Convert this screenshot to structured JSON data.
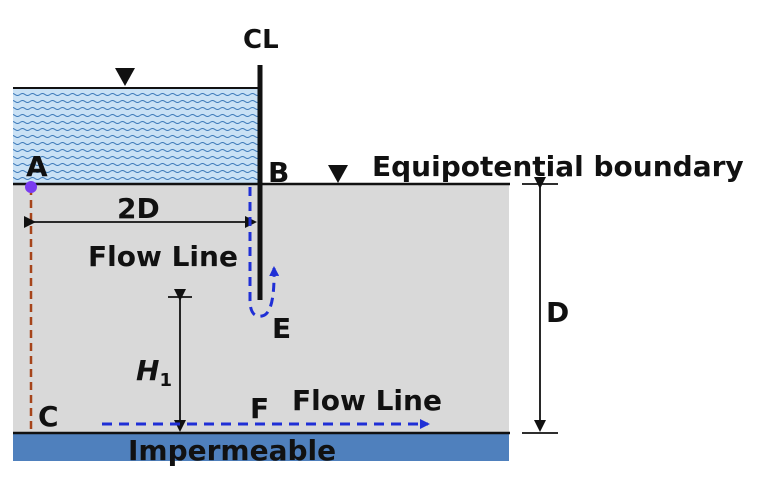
{
  "colors": {
    "water": "#c9e1f5",
    "water_wave": "#3a78b8",
    "soil": "#d9d9d9",
    "impermeable": "#4f80bd",
    "flow_line": "#1f2fd6",
    "equipotential": "#a6441a",
    "point_a": "#7a3cf0",
    "line": "#111111"
  },
  "labels": {
    "centerline": "CL",
    "point_a": "A",
    "point_b": "B",
    "point_c": "C",
    "point_e": "E",
    "point_f": "F",
    "equipotential_boundary": "Equipotential boundary",
    "width_2d": "2D",
    "flow_line_upper": "Flow Line",
    "flow_line_lower": "Flow Line",
    "depth_d": "D",
    "h1_main": "H",
    "h1_sub": "1",
    "impermeable": "Impermeable"
  },
  "icons": {
    "water_level_marker": "water-level-triangle-icon",
    "centerline_symbol": "centerline-icon"
  }
}
